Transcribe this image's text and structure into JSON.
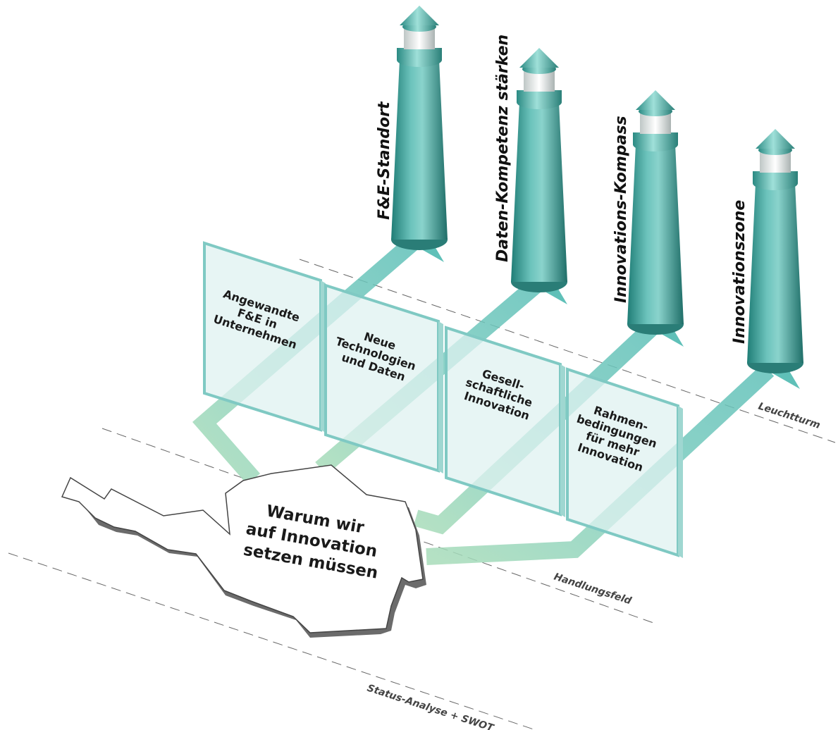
{
  "center": {
    "lines": [
      "Warum wir",
      "auf Innovation",
      "setzen müssen"
    ]
  },
  "layers": {
    "leuchtturm": "Leuchtturm",
    "handlungsfeld": "Handlungsfeld",
    "status": "Status-Analyse + SWOT"
  },
  "fields": [
    {
      "lines": [
        "Angewandte",
        "F&E in",
        "Unternehmen"
      ]
    },
    {
      "lines": [
        "Neue",
        "Technologien",
        "und Daten"
      ]
    },
    {
      "lines": [
        "Gesell-",
        "schaftliche",
        "Innovation"
      ]
    },
    {
      "lines": [
        "Rahmen-",
        "bedingungen",
        "für mehr",
        "Innovation"
      ]
    }
  ],
  "lighthouses": [
    {
      "label": "F&E-Standort"
    },
    {
      "label": "Daten-Kompetenz stärken"
    },
    {
      "label": "Innovations-Kompass"
    },
    {
      "label": "Innovationszone"
    }
  ],
  "colors": {
    "teal": "#5fb3ad",
    "teal_dark": "#2f8f88",
    "teal_light": "#a9ddd7",
    "green_path": "#9fd4b4",
    "panel_fill": "#dff2f0",
    "panel_stroke": "#7fc9c3"
  }
}
